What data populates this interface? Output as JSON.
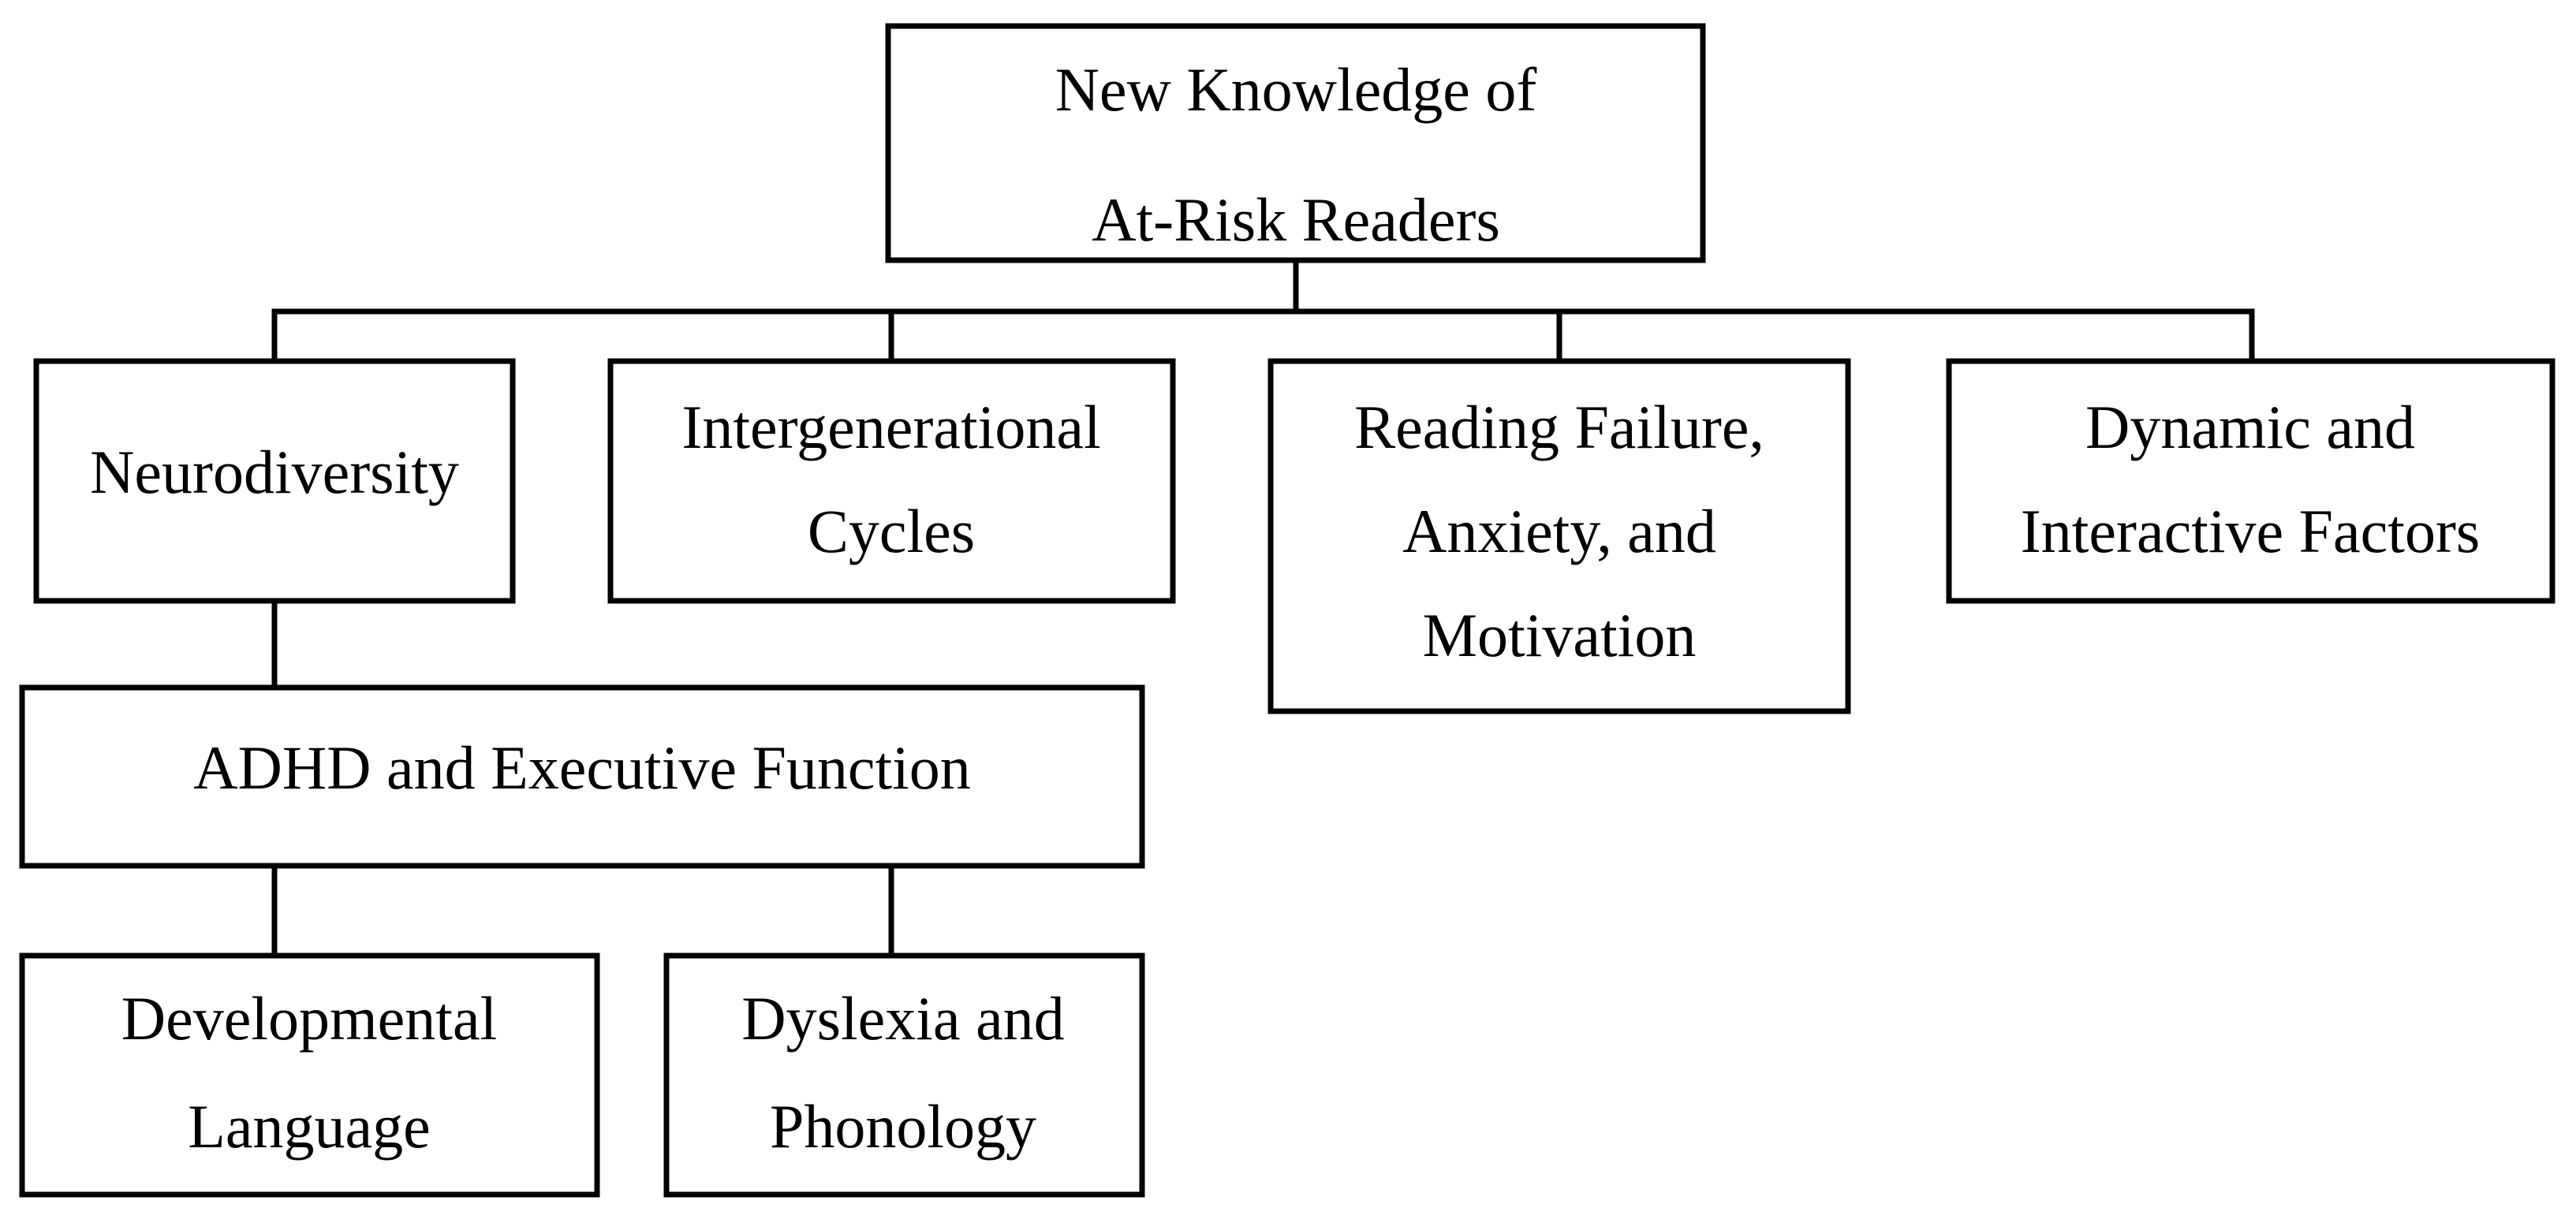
{
  "diagram": {
    "root": {
      "lines": [
        "New Knowledge of",
        "At-Risk Readers"
      ]
    },
    "categories": [
      {
        "lines": [
          "Neurodiversity"
        ]
      },
      {
        "lines": [
          "Intergenerational",
          "Cycles"
        ]
      },
      {
        "lines": [
          "Reading Failure,",
          "Anxiety, and",
          "Motivation"
        ]
      },
      {
        "lines": [
          "Dynamic and",
          "Interactive Factors"
        ]
      }
    ],
    "neurodiversity_child": {
      "lines": [
        "ADHD and Executive Function"
      ]
    },
    "adhd_children": [
      {
        "lines": [
          "Developmental",
          "Language"
        ]
      },
      {
        "lines": [
          "Dyslexia and",
          "Phonology"
        ]
      }
    ],
    "colors": {
      "stroke": "#000000",
      "fill": "#ffffff",
      "text": "#000000"
    }
  }
}
